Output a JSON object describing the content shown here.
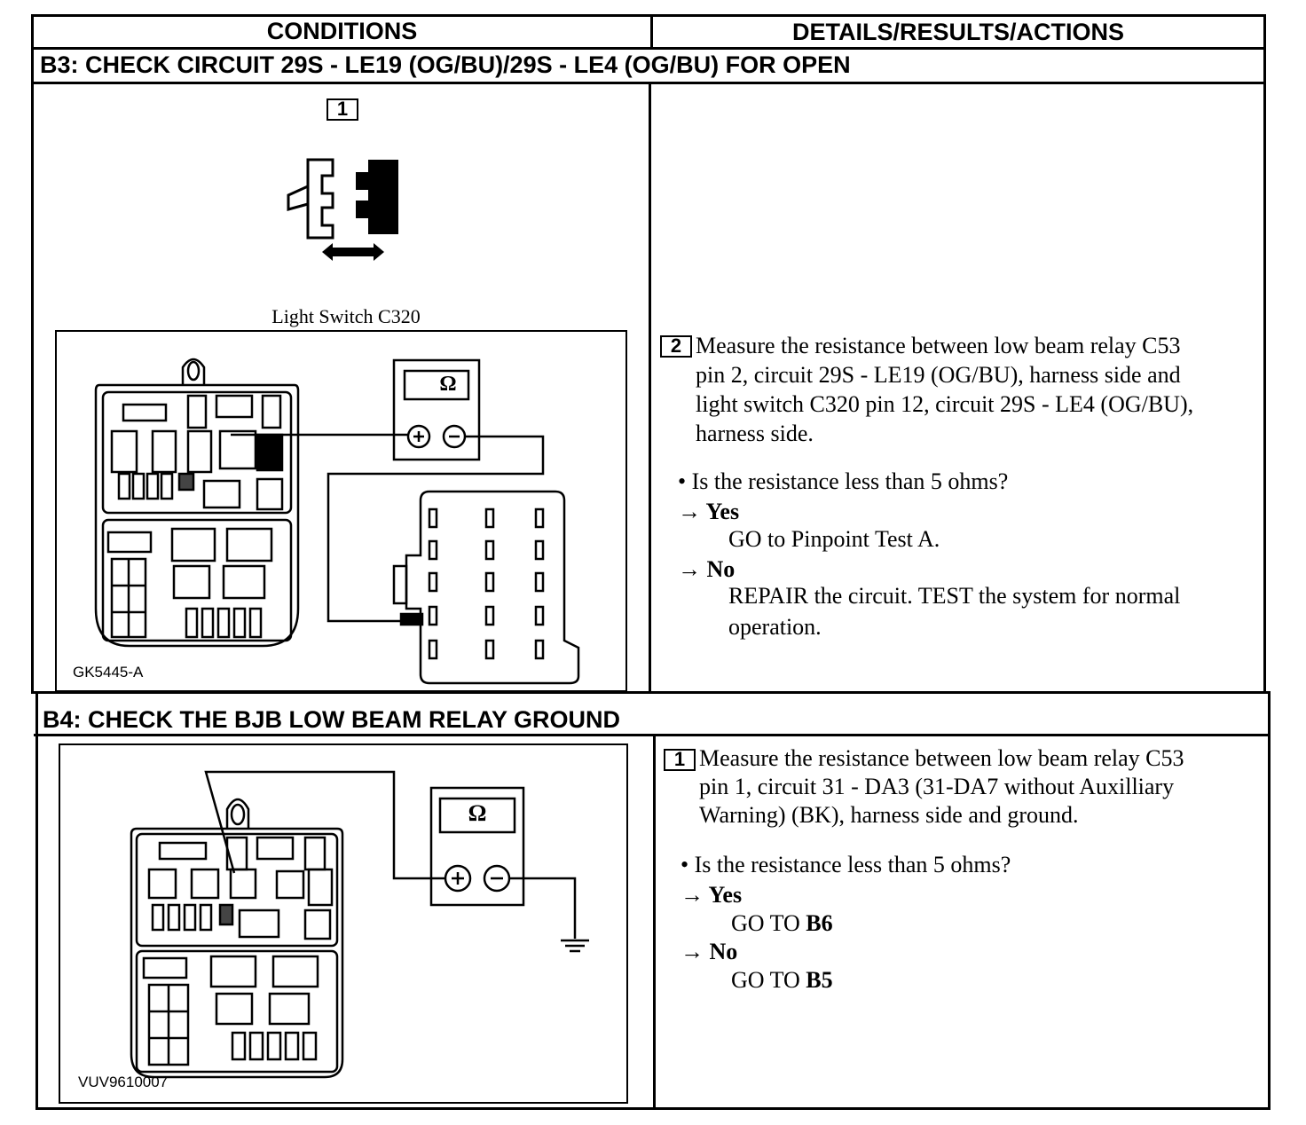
{
  "header": {
    "conditions": "CONDITIONS",
    "details": "DETAILS/RESULTS/ACTIONS"
  },
  "b3": {
    "title": "B3: CHECK CIRCUIT 29S - LE19 (OG/BU)/29S - LE4 (OG/BU) FOR OPEN",
    "step1": {
      "number": "1",
      "label": "Light Switch C320"
    },
    "figure_id": "GK5445-A",
    "meter_symbol": "Ω",
    "step2": {
      "number": "2",
      "instruction": [
        "Measure the resistance between low beam relay C53",
        "pin 2, circuit 29S - LE19 (OG/BU), harness side and",
        "light switch C320 pin 12, circuit 29S - LE4 (OG/BU),",
        "harness side."
      ],
      "question": "• Is the resistance less than 5 ohms?",
      "yes_label": "→ Yes",
      "yes_action": "GO to Pinpoint Test A.",
      "no_label": "→ No",
      "no_action": [
        "REPAIR the circuit. TEST the system for normal",
        "operation."
      ]
    }
  },
  "b4": {
    "title": "B4: CHECK THE BJB LOW BEAM RELAY GROUND",
    "figure_id": "VUV9610007",
    "meter_symbol": "Ω",
    "step1": {
      "number": "1",
      "instruction": [
        "Measure the resistance between low beam relay C53",
        "pin 1, circuit 31 - DA3 (31-DA7 without Auxilliary",
        "Warning) (BK), harness side and ground."
      ],
      "question": "• Is the resistance less than 5 ohms?",
      "yes_label": "→ Yes",
      "yes_prefix": "GO TO ",
      "yes_target": "B6",
      "no_label": "→ No",
      "no_prefix": "GO TO ",
      "no_target": "B5"
    }
  }
}
